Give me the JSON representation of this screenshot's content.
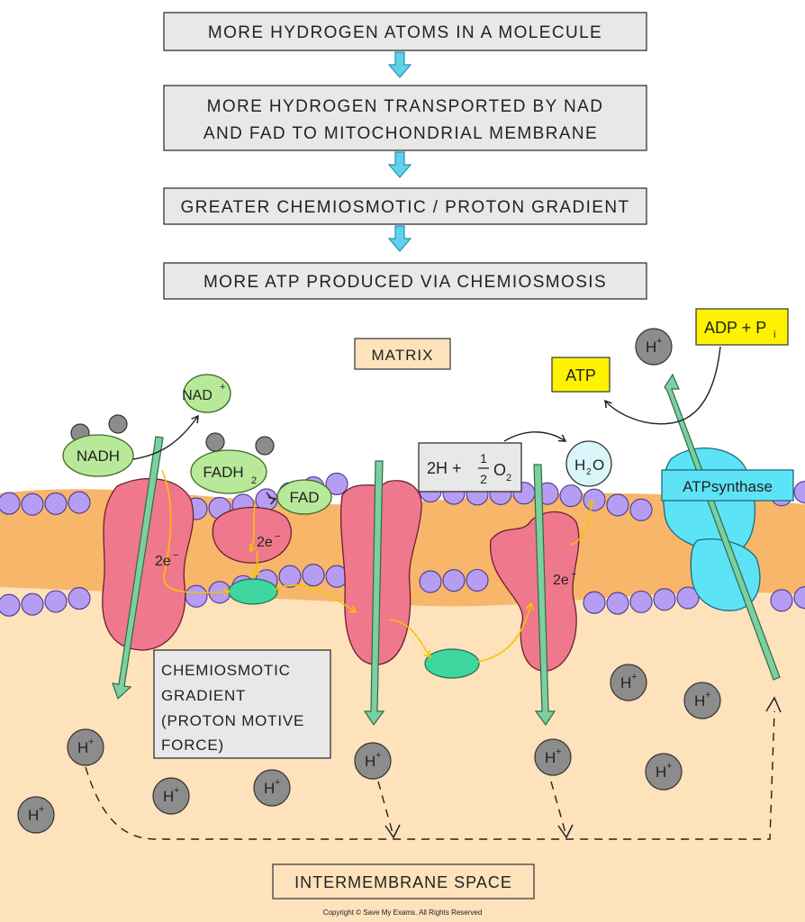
{
  "flowchart": {
    "steps": [
      "MORE  HYDROGEN  ATOMS  IN  A  MOLECULE",
      "MORE  HYDROGEN  TRANSPORTED  BY  NAD",
      "AND  FAD  TO  MITOCHONDRIAL  MEMBRANE",
      "GREATER  CHEMIOSMOTIC / PROTON  GRADIENT",
      "MORE  ATP  PRODUCED  VIA  CHEMIOSMOSIS"
    ]
  },
  "labels": {
    "matrix": "MATRIX",
    "intermembrane_space": "INTERMEMBRANE  SPACE",
    "gradient_box": [
      "CHEMIOSMOTIC",
      "GRADIENT",
      "(PROTON  MOTIVE",
      "FORCE)"
    ],
    "nadh": "NADH",
    "nad_base": "NAD",
    "nad_sup": "+",
    "fadh_base": "FADH",
    "fadh_sub": "2",
    "fad": "FAD",
    "electrons": "2e",
    "electrons_sup": "−",
    "oxygen_eq_2h": "2H +",
    "oxygen_eq_num": "1",
    "oxygen_eq_den": "2",
    "oxygen_eq_o": "O",
    "oxygen_eq_sub": "2",
    "water_h": "H",
    "water_sub": "2",
    "water_o": "O",
    "proton": "H",
    "proton_sup": "+",
    "atp": "ATP",
    "adp_pi": "ADP + P",
    "adp_pi_sub": "i",
    "atp_synthase": "ATPsynthase",
    "copyright": "Copyright © Save My Exams. All Rights Reserved"
  },
  "colors": {
    "box_fill": "#e8e8e8",
    "down_arrow": "#5fd0ee",
    "membrane_core": "#f7b66a",
    "intermembrane": "#fde2bc",
    "phospholipid": "#b69cf2",
    "protein": "#f0788c",
    "carrier": "#3fd6a0",
    "nad_green": "#b8e89a",
    "proton_grey": "#8c8c8c",
    "synthase": "#5de3f6",
    "yellow_label": "#fff200",
    "channel_arrow": "#7ccfa0"
  }
}
